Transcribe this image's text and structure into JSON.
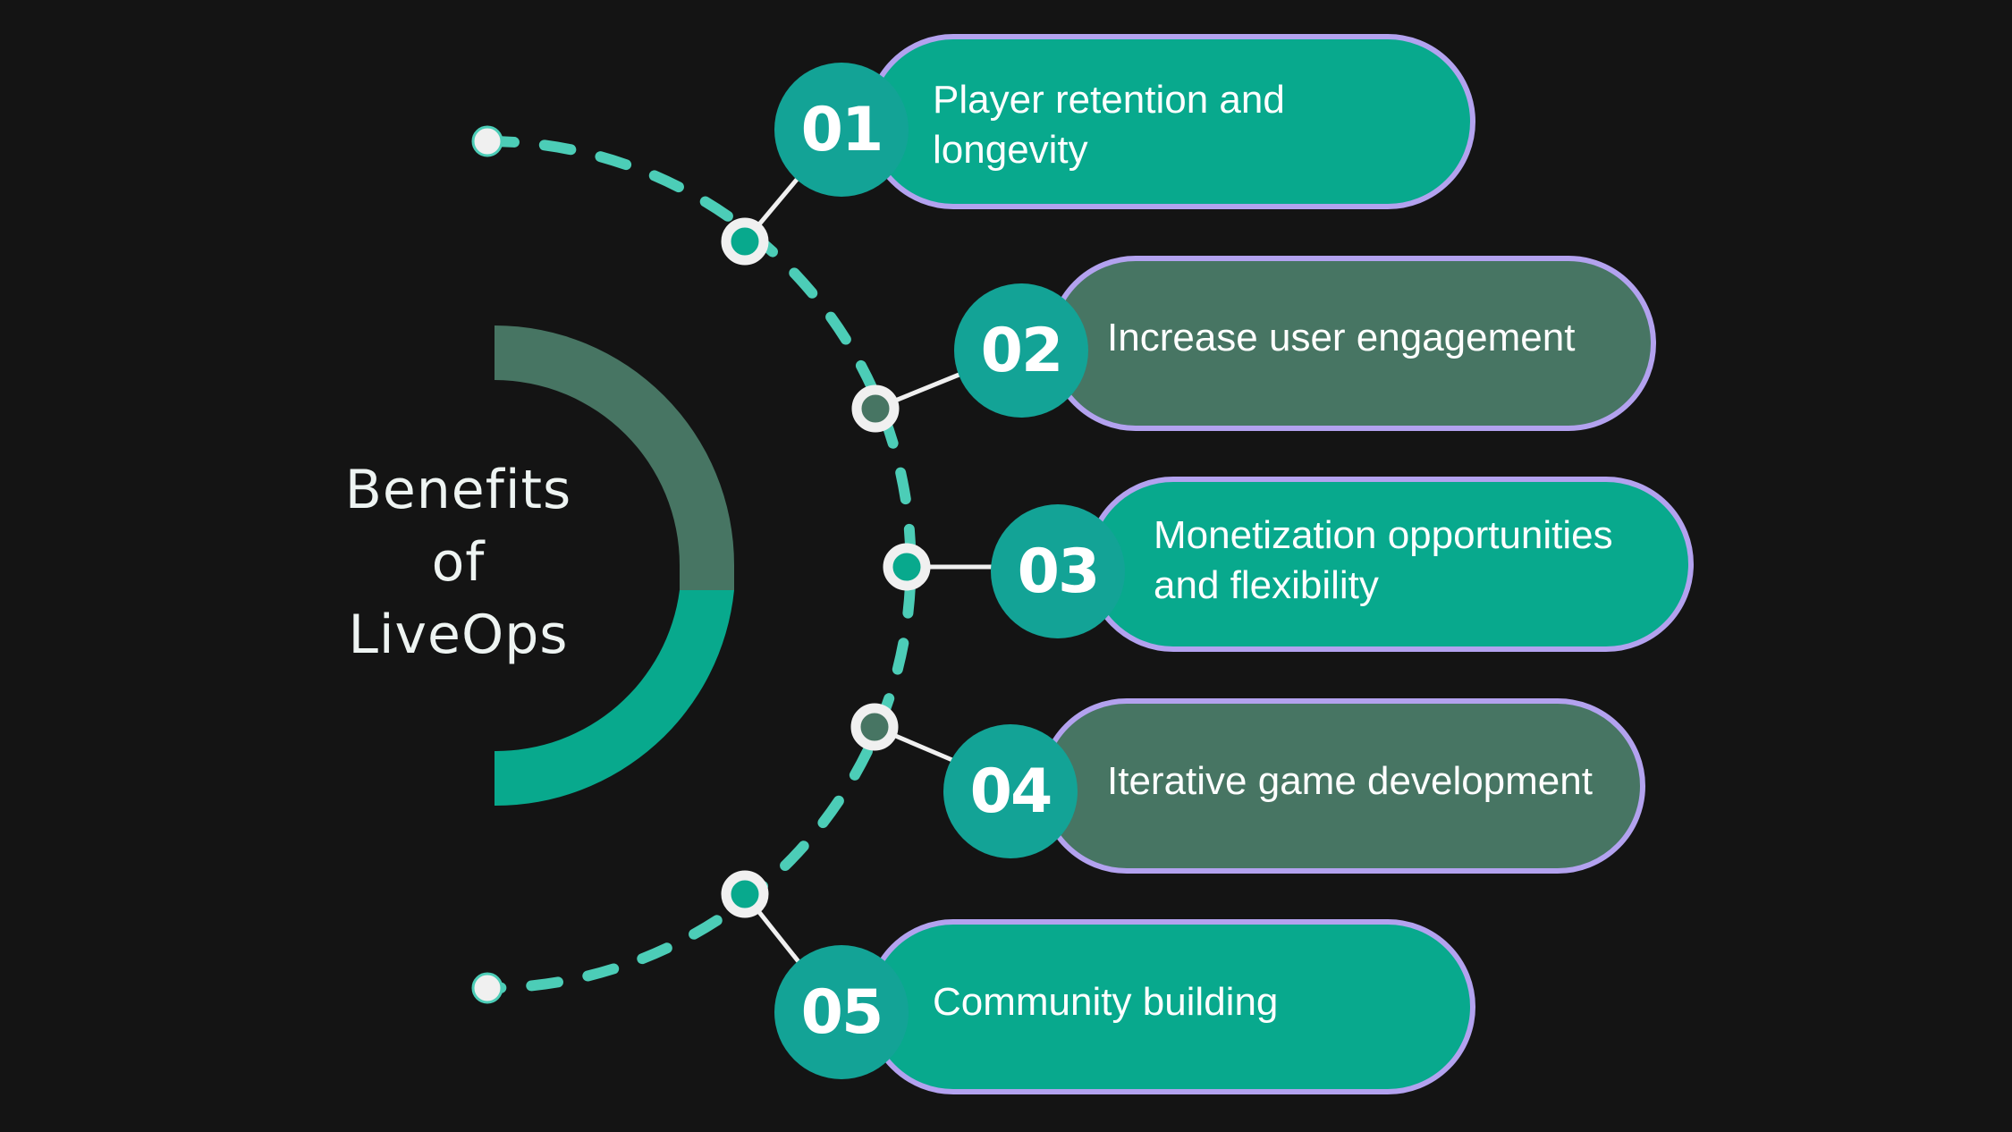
{
  "title": {
    "lines": [
      "Benefits",
      "of",
      "LiveOps"
    ]
  },
  "colors": {
    "background": "#141414",
    "badge": "#13a396",
    "pill_teal": "#08a98d",
    "pill_sage": "#477563",
    "pill_border": "#b3a2ef",
    "dash": "#4ccdb7",
    "node_ring": "#f0f0f0",
    "arc_top": "#477563",
    "arc_bottom": "#08a98d",
    "text": "#ffffff"
  },
  "items": [
    {
      "number": "01",
      "lines": [
        "Player retention and",
        "longevity"
      ],
      "style": "teal"
    },
    {
      "number": "02",
      "lines": [
        "Increase user engagement"
      ],
      "style": "sage"
    },
    {
      "number": "03",
      "lines": [
        "Monetization opportunities",
        "and flexibility"
      ],
      "style": "teal"
    },
    {
      "number": "04",
      "lines": [
        "Iterative game development"
      ],
      "style": "sage"
    },
    {
      "number": "05",
      "lines": [
        "Community building"
      ],
      "style": "teal"
    }
  ]
}
